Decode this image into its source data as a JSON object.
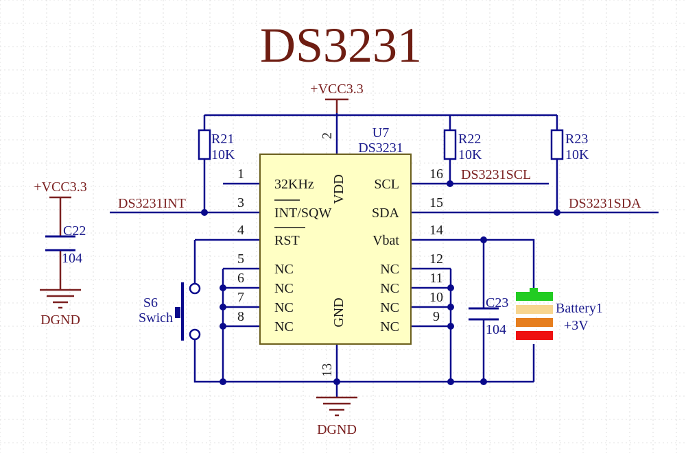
{
  "title": "DS3231",
  "colors": {
    "wire": "#0a0a8c",
    "power": "#7a1f1f",
    "part_label": "#1a1a8c",
    "chip_fill": "#ffffc4",
    "chip_border": "#6b5f1c",
    "grid": "#c8c8c8",
    "battery_cells": [
      "#22cc22",
      "#f7d58f",
      "#e67e1e",
      "#ee1111"
    ]
  },
  "chip": {
    "designator": "U7",
    "part": "DS3231",
    "vdd": "VDD",
    "gnd": "GND",
    "left_pins": [
      {
        "num": "1",
        "name": "32KHz"
      },
      {
        "num": "3",
        "name": "INT/SQW"
      },
      {
        "num": "4",
        "name": "RST"
      },
      {
        "num": "5",
        "name": "NC"
      },
      {
        "num": "6",
        "name": "NC"
      },
      {
        "num": "7",
        "name": "NC"
      },
      {
        "num": "8",
        "name": "NC"
      }
    ],
    "right_pins": [
      {
        "num": "16",
        "name": "SCL"
      },
      {
        "num": "15",
        "name": "SDA"
      },
      {
        "num": "14",
        "name": "Vbat"
      },
      {
        "num": "12",
        "name": "NC"
      },
      {
        "num": "11",
        "name": "NC"
      },
      {
        "num": "10",
        "name": "NC"
      },
      {
        "num": "9",
        "name": "NC"
      }
    ],
    "top_pin": "2",
    "bottom_pin": "13"
  },
  "power": {
    "vcc_main": "+VCC3.3",
    "vcc_left": "+VCC3.3",
    "gnd_main": "DGND",
    "gnd_left": "DGND"
  },
  "resistors": [
    {
      "ref": "R21",
      "value": "10K"
    },
    {
      "ref": "R22",
      "value": "10K"
    },
    {
      "ref": "R23",
      "value": "10K"
    }
  ],
  "capacitors": [
    {
      "ref": "C22",
      "value": "104"
    },
    {
      "ref": "C23",
      "value": "104"
    }
  ],
  "switch": {
    "ref": "S6",
    "value": "Swich"
  },
  "battery": {
    "ref": "Battery1",
    "value": "+3V"
  },
  "nets": {
    "int": "DS3231INT",
    "scl": "DS3231SCL",
    "sda": "DS3231SDA"
  }
}
